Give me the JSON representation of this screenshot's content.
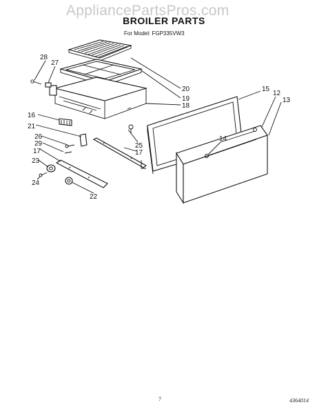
{
  "watermark": "AppliancePartsPros.com",
  "title": "BROILER PARTS",
  "model_line": "For Model: FGP335VW3",
  "page_number": "7",
  "document_number": "4364014",
  "callouts": [
    "28",
    "27",
    "16",
    "21",
    "26",
    "29",
    "17",
    "23",
    "24",
    "20",
    "19",
    "18",
    "25",
    "17",
    "22",
    "15",
    "12",
    "13",
    "14"
  ]
}
